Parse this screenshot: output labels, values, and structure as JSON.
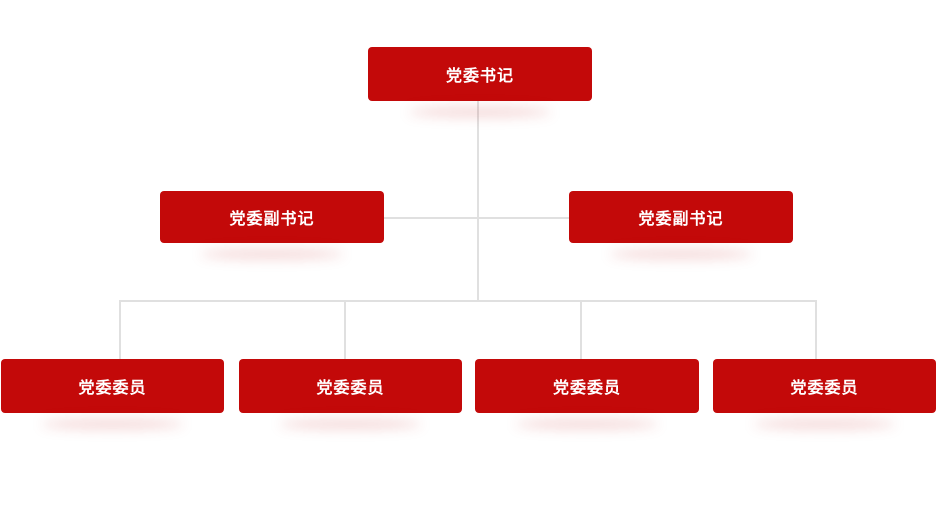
{
  "colors": {
    "node_background": "#c30909",
    "node_text": "#ffffff",
    "connector": "#e0e0e0",
    "page_background": "#ffffff"
  },
  "org_chart": {
    "type": "org-tree",
    "root": {
      "label": "党委书记"
    },
    "level2": [
      {
        "label": "党委副书记"
      },
      {
        "label": "党委副书记"
      }
    ],
    "level3": [
      {
        "label": "党委委员"
      },
      {
        "label": "党委委员"
      },
      {
        "label": "党委委员"
      },
      {
        "label": "党委委员"
      }
    ]
  }
}
